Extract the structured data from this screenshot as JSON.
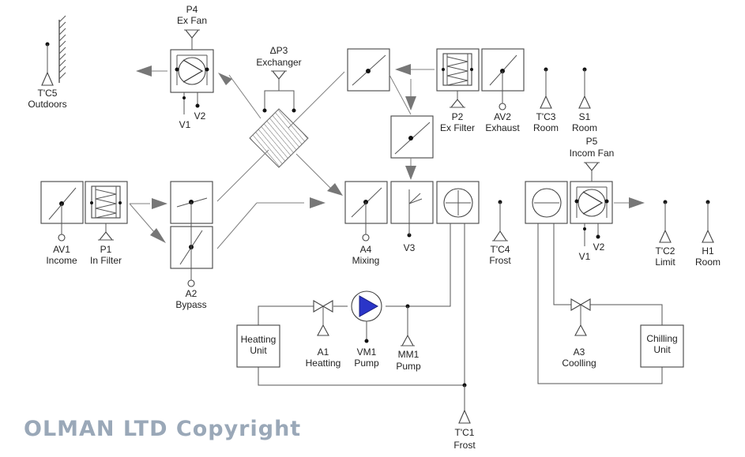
{
  "labels": {
    "p4": "P4",
    "ex_fan": "Ex Fan",
    "dp3": "ΔP3",
    "exchanger": "Exchanger",
    "tc5": "T'C5",
    "outdoors": "Outdoors",
    "v1_top": "V1",
    "v2_top": "V2",
    "p2": "P2",
    "ex_filter": "Ex Filter",
    "av2": "AV2",
    "exhaust": "Exhaust",
    "tc3": "T'C3",
    "room_tc3": "Room",
    "s1": "S1",
    "room_s1": "Room",
    "p5": "P5",
    "incom_fan": "Incom Fan",
    "av1": "AV1",
    "income": "Income",
    "p1": "P1",
    "in_filter": "In Filter",
    "a2": "A2",
    "bypass": "Bypass",
    "a4": "A4",
    "mixing": "Mixing",
    "v3": "V3",
    "tc4": "T'C4",
    "frost_tc4": "Frost",
    "v1_right": "V1",
    "v2_right": "V2",
    "tc2": "T'C2",
    "limit": "Limit",
    "h1": "H1",
    "room_h1": "Room",
    "heating_unit_1": "Heatting",
    "heating_unit_2": "Unit",
    "a1": "A1",
    "heatting": "Heatting",
    "vm1": "VM1",
    "pump_vm1": "Pump",
    "mm1": "MM1",
    "pump_mm1": "Pump",
    "a3": "A3",
    "coolling": "Coolling",
    "chilling_unit_1": "Chilling",
    "chilling_unit_2": "Unit",
    "tc1": "T'C1",
    "frost_tc1": "Frost"
  },
  "watermark": "OLMAN LTD Copyright",
  "colors": {
    "pump_fill": "#2a35c8",
    "watermark": "#9aa8b8",
    "arrow": "#777777"
  }
}
